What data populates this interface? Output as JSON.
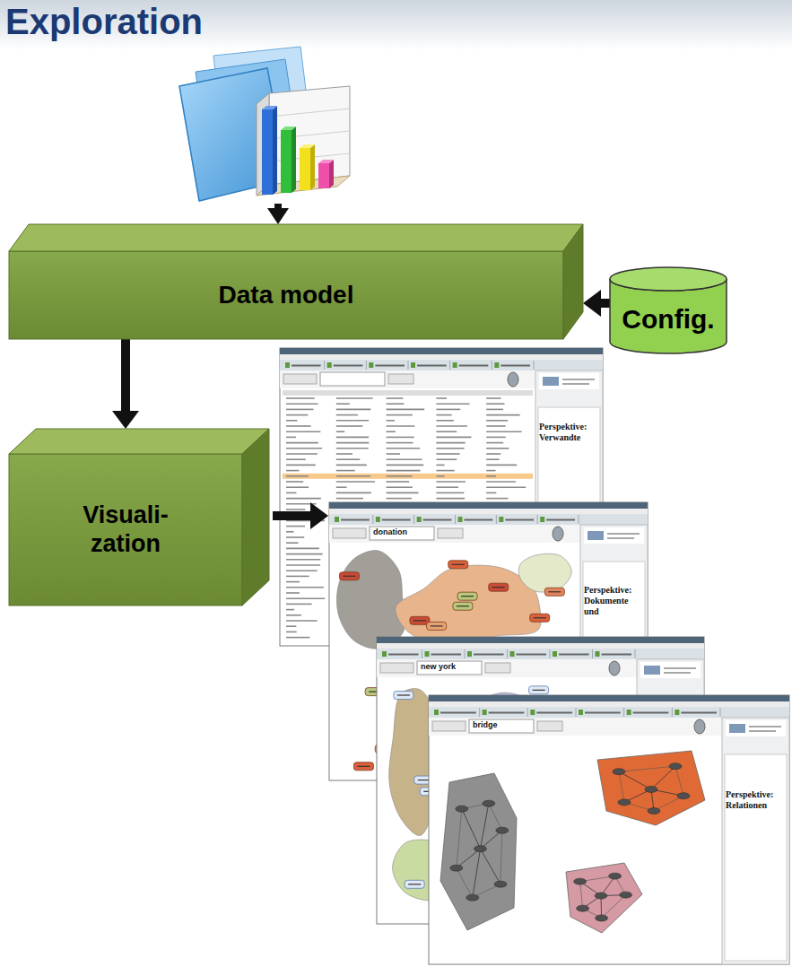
{
  "diagram": {
    "title": "Exploration",
    "nodes": [
      {
        "text": [
          "Data model"
        ]
      },
      {
        "text": [
          "Config."
        ]
      },
      {
        "text": [
          "Visuali- zation"
        ]
      }
    ],
    "edges": [
      {
        "from": 1,
        "to": 0,
        "arrow": "to"
      },
      {
        "from": 0,
        "to": 2,
        "arrow": "to"
      }
    ],
    "labels": [
      "donation",
      "new york",
      "bridge",
      "Perspektive: Verwandte",
      "Perspektive: Dokumente und",
      "Perspektive: Relationen"
    ]
  }
}
